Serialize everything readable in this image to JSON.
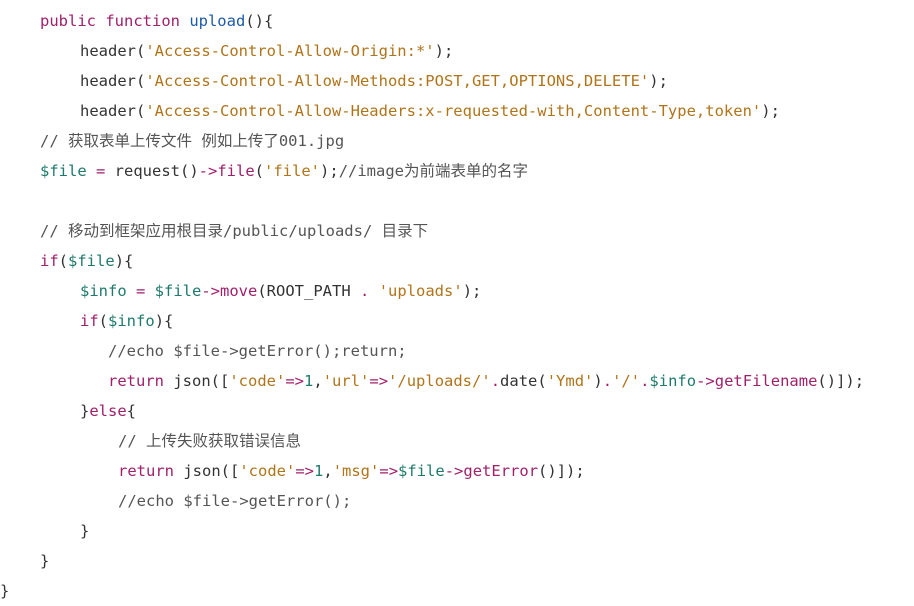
{
  "code": {
    "lines": [
      [
        {
          "t": "kw",
          "v": "public function "
        },
        {
          "t": "fn",
          "v": "upload"
        },
        {
          "t": "pl",
          "v": "(){"
        }
      ],
      [
        {
          "t": "pl",
          "v": "header("
        },
        {
          "t": "str",
          "v": "'Access-Control-Allow-Origin:*'"
        },
        {
          "t": "pl",
          "v": ");"
        }
      ],
      [
        {
          "t": "pl",
          "v": "header("
        },
        {
          "t": "str",
          "v": "'Access-Control-Allow-Methods:POST,GET,OPTIONS,DELETE'"
        },
        {
          "t": "pl",
          "v": ");"
        }
      ],
      [
        {
          "t": "pl",
          "v": "header("
        },
        {
          "t": "str",
          "v": "'Access-Control-Allow-Headers:x-requested-with,Content-Type,token'"
        },
        {
          "t": "pl",
          "v": ");"
        }
      ],
      [
        {
          "t": "cm",
          "v": "// 获取表单上传文件 例如上传了001.jpg"
        }
      ],
      [
        {
          "t": "var",
          "v": "$file"
        },
        {
          "t": "op",
          "v": " = "
        },
        {
          "t": "pl",
          "v": "request()"
        },
        {
          "t": "op",
          "v": "->"
        },
        {
          "t": "kw",
          "v": "file"
        },
        {
          "t": "pl",
          "v": "("
        },
        {
          "t": "str",
          "v": "'file'"
        },
        {
          "t": "pl",
          "v": ");"
        },
        {
          "t": "cm",
          "v": "//image为前端表单的名字"
        }
      ],
      [],
      [
        {
          "t": "cm",
          "v": "// 移动到框架应用根目录/public/uploads/ 目录下"
        }
      ],
      [
        {
          "t": "kw",
          "v": "if"
        },
        {
          "t": "pl",
          "v": "("
        },
        {
          "t": "var",
          "v": "$file"
        },
        {
          "t": "pl",
          "v": "){"
        }
      ],
      [
        {
          "t": "var",
          "v": "$info"
        },
        {
          "t": "op",
          "v": " = "
        },
        {
          "t": "var",
          "v": "$file"
        },
        {
          "t": "op",
          "v": "->"
        },
        {
          "t": "kw",
          "v": "move"
        },
        {
          "t": "pl",
          "v": "(ROOT_PATH "
        },
        {
          "t": "op",
          "v": "."
        },
        {
          "t": "pl",
          "v": " "
        },
        {
          "t": "str",
          "v": "'uploads'"
        },
        {
          "t": "pl",
          "v": ");"
        }
      ],
      [
        {
          "t": "kw",
          "v": "if"
        },
        {
          "t": "pl",
          "v": "("
        },
        {
          "t": "var",
          "v": "$info"
        },
        {
          "t": "pl",
          "v": "){"
        }
      ],
      [
        {
          "t": "cm",
          "v": "//echo $file->getError();return;"
        }
      ],
      [
        {
          "t": "kw",
          "v": "return"
        },
        {
          "t": "pl",
          "v": " json(["
        },
        {
          "t": "str",
          "v": "'code'"
        },
        {
          "t": "op",
          "v": "=>"
        },
        {
          "t": "num",
          "v": "1"
        },
        {
          "t": "pl",
          "v": ","
        },
        {
          "t": "str",
          "v": "'url'"
        },
        {
          "t": "op",
          "v": "=>"
        },
        {
          "t": "str",
          "v": "'/uploads/'"
        },
        {
          "t": "op",
          "v": "."
        },
        {
          "t": "pl",
          "v": "date("
        },
        {
          "t": "str",
          "v": "'Ymd'"
        },
        {
          "t": "pl",
          "v": ")"
        },
        {
          "t": "op",
          "v": "."
        },
        {
          "t": "str",
          "v": "'/'"
        },
        {
          "t": "op",
          "v": "."
        },
        {
          "t": "var",
          "v": "$info"
        },
        {
          "t": "op",
          "v": "->"
        },
        {
          "t": "kw",
          "v": "getFilename"
        },
        {
          "t": "pl",
          "v": "()]);"
        }
      ],
      [
        {
          "t": "pl",
          "v": "}"
        },
        {
          "t": "kw",
          "v": "else"
        },
        {
          "t": "pl",
          "v": "{"
        }
      ],
      [
        {
          "t": "cm",
          "v": "// 上传失败获取错误信息"
        }
      ],
      [
        {
          "t": "kw",
          "v": "return"
        },
        {
          "t": "pl",
          "v": " json(["
        },
        {
          "t": "str",
          "v": "'code'"
        },
        {
          "t": "op",
          "v": "=>"
        },
        {
          "t": "num",
          "v": "1"
        },
        {
          "t": "pl",
          "v": ","
        },
        {
          "t": "str",
          "v": "'msg'"
        },
        {
          "t": "op",
          "v": "=>"
        },
        {
          "t": "var",
          "v": "$file"
        },
        {
          "t": "op",
          "v": "->"
        },
        {
          "t": "kw",
          "v": "getError"
        },
        {
          "t": "pl",
          "v": "()]);"
        }
      ],
      [
        {
          "t": "cm",
          "v": "//echo $file->getError();"
        }
      ],
      [
        {
          "t": "pl",
          "v": "}"
        }
      ],
      [
        {
          "t": "pl",
          "v": "}"
        }
      ],
      [
        {
          "t": "pl",
          "v": "}"
        }
      ]
    ]
  }
}
